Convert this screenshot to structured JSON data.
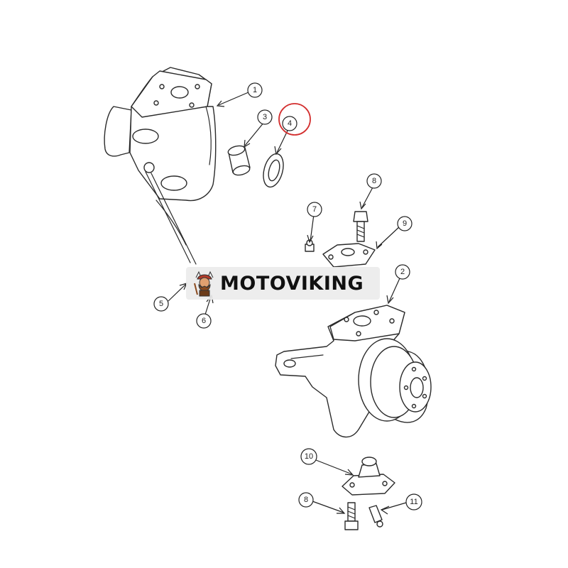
{
  "watermark": {
    "text": "MOTOVIKING",
    "icon": "viking-mascot-icon"
  },
  "callouts": [
    {
      "id": "1",
      "label": "1"
    },
    {
      "id": "2",
      "label": "2"
    },
    {
      "id": "3",
      "label": "3"
    },
    {
      "id": "4",
      "label": "4",
      "highlighted": true
    },
    {
      "id": "5",
      "label": "5"
    },
    {
      "id": "6",
      "label": "6"
    },
    {
      "id": "7",
      "label": "7"
    },
    {
      "id": "8a",
      "label": "8"
    },
    {
      "id": "9",
      "label": "9"
    },
    {
      "id": "10",
      "label": "10"
    },
    {
      "id": "8b",
      "label": "8"
    },
    {
      "id": "11",
      "label": "11"
    }
  ],
  "colors": {
    "highlight": "#d32f2f",
    "ink": "#2a2a2a"
  }
}
